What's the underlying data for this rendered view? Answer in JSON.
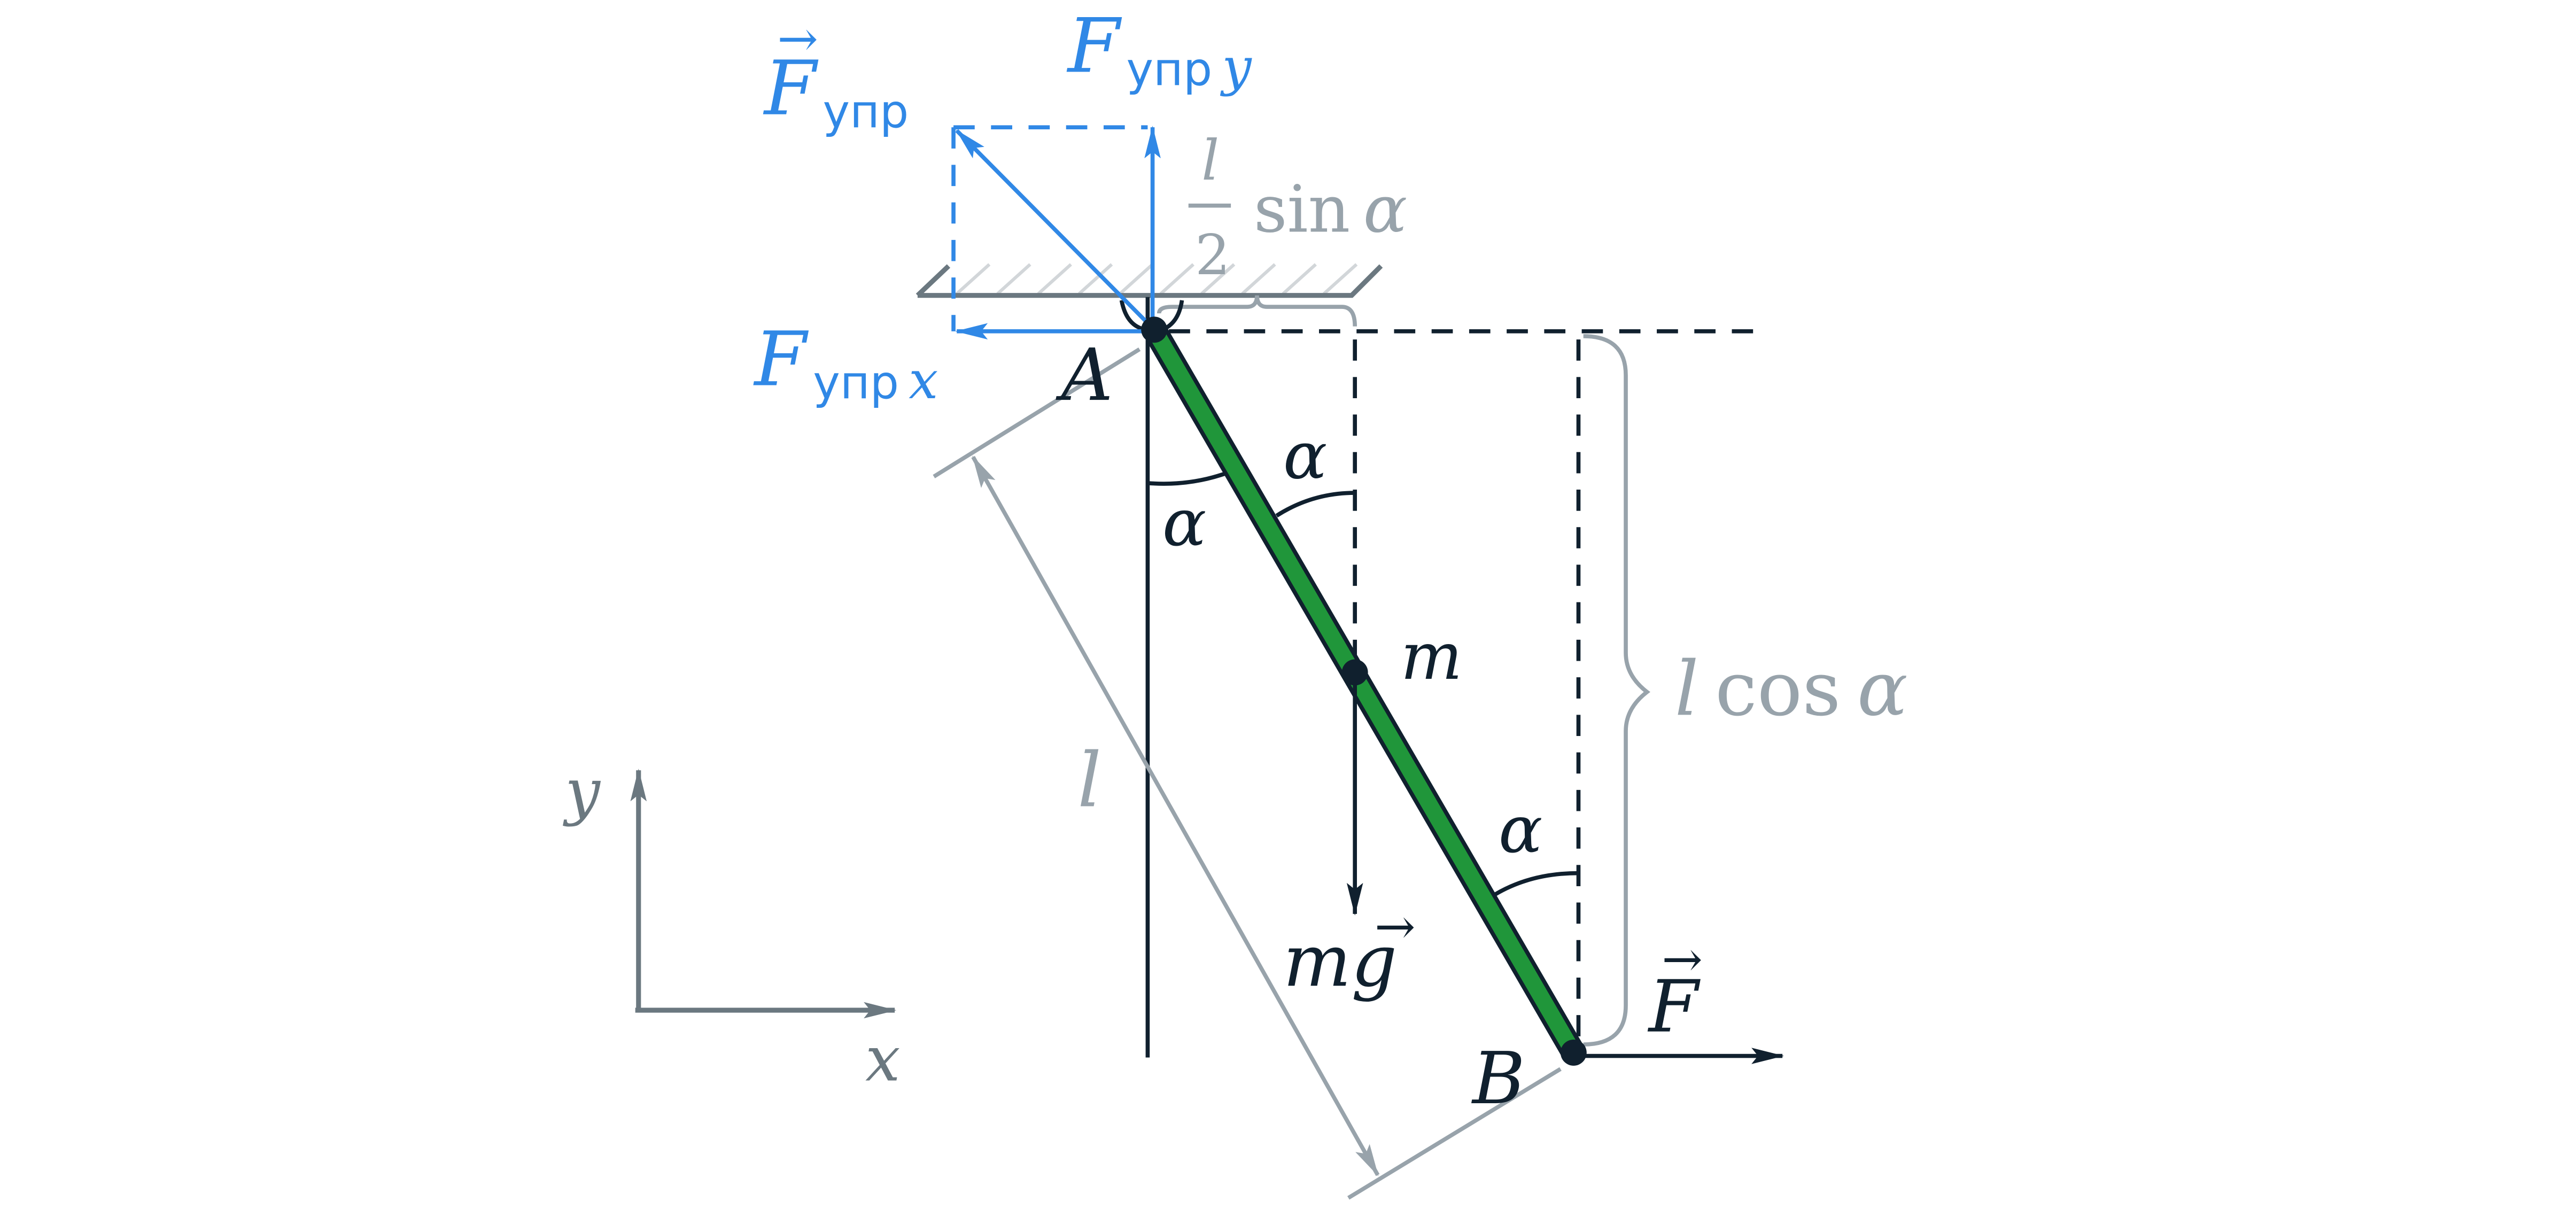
{
  "colors": {
    "dark": "#10202e",
    "blue": "#3088e6",
    "gray": "#98a3ab",
    "axis_gray": "#6b7880",
    "rod_green": "#20963a",
    "hatch": "#d2d6d9",
    "white": "#ffffff"
  },
  "labels": {
    "point_a": "A",
    "point_b": "B",
    "mass": "m",
    "alpha_top": "α",
    "alpha_left": "α",
    "alpha_bottom": "α",
    "length": "l",
    "gravity_m": "m",
    "gravity_g": "g",
    "force_f": "F",
    "f_elastic_main": "F",
    "f_elastic_sub": "упр",
    "f_elastic_y_main": "F",
    "f_elastic_y_sub": "упр",
    "f_elastic_y_axis": "y",
    "f_elastic_x_main": "F",
    "f_elastic_x_sub": "упр",
    "f_elastic_x_axis": "x",
    "half_len_num": "l",
    "half_len_den": "2",
    "half_len_func": "sin",
    "half_len_angle": "α",
    "lcos_l": "l",
    "lcos_func": "cos",
    "lcos_angle": "α",
    "axis_x": "x",
    "axis_y": "y"
  },
  "icons": {
    "vector_arrow": "⃗"
  }
}
